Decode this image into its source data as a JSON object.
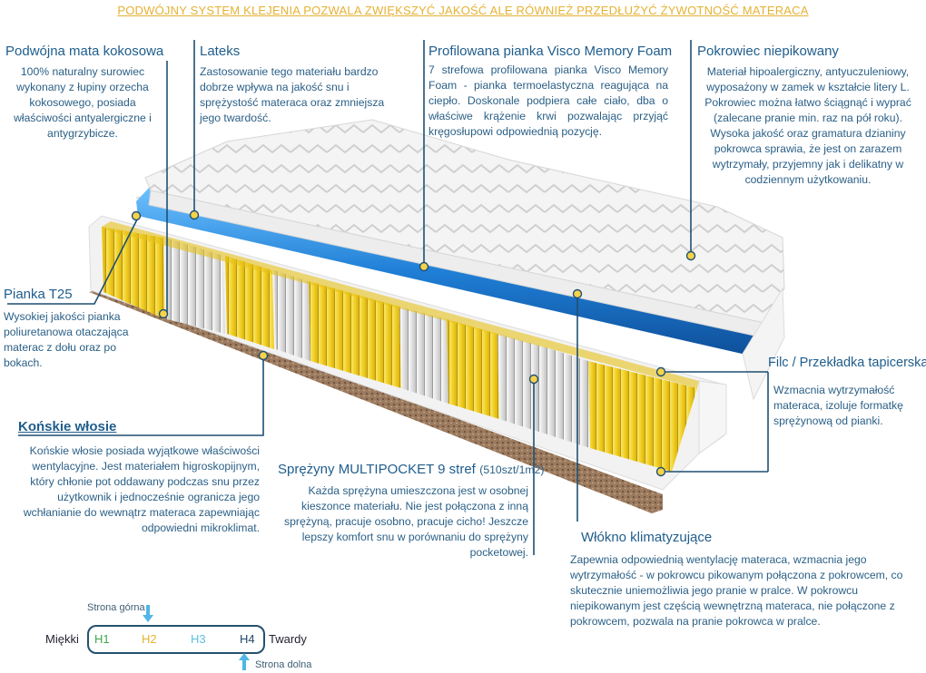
{
  "headline": "Podwójny system klejenia pozwala zwiększyć jakość ale również przedłużyć żywotność materaca",
  "sections": {
    "kokos": {
      "title": "Podwójna mata kokosowa",
      "text": "100% naturalny surowiec wykonany z łupiny orzecha kokosowego, posiada właściwości antyalergiczne i antygrzybicze."
    },
    "lateks": {
      "title": "Lateks",
      "text": "Zastosowanie tego materiału bardzo dobrze wpływa na jakość snu i sprężystość materaca oraz zmniejsza jego twardość."
    },
    "visco": {
      "title": "Profilowana pianka Visco Memory Foam",
      "text": "7 strefowa profilowana pianka Visco Memory Foam - pianka termoelastyczna reagująca na ciepło. Doskonale podpiera całe ciało, dba o właściwe krążenie krwi pozwalając przyjąć kręgosłupowi odpowiednią pozycję."
    },
    "pokrowiec": {
      "title": "Pokrowiec niepikowany",
      "text": "Materiał hipoalergiczny, antyuczuleniowy, wyposażony w zamek w kształcie litery L. Pokrowiec można łatwo ściągnąć i wyprać (zalecane pranie min. raz na pół roku). Wysoka jakość oraz gramatura dzianiny pokrowca sprawia, że jest on zarazem wytrzymały, przyjemny jak i delikatny w codziennym użytkowaniu."
    },
    "pianka": {
      "title": "Pianka T25",
      "text": "Wysokiej jakości pianka poliuretanowa otaczająca materac z dołu oraz po bokach."
    },
    "wlosie": {
      "title": "Końskie włosie",
      "text": "Końskie włosie posiada wyjątkowe właściwości wentylacyjne. Jest materiałem higroskopijnym, który chłonie pot oddawany podczas snu przez użytkownik i jednocześnie ogranicza jego wchłanianie do wewnątrz materaca zapewniając odpowiedni mikroklimat."
    },
    "sprezyny": {
      "title": "Sprężyny MULTIPOCKET 9 stref",
      "title_suffix": "(510szt/1m2)",
      "text": "Każda sprężyna umieszczona jest w osobnej kieszonce materiału. Nie jest połączona z inną sprężyną, pracuje osobno, pracuje cicho! Jeszcze lepszy komfort snu w porównaniu do sprężyny pocketowej."
    },
    "filc": {
      "title": "Filc / Przekładka tapicerska",
      "text": "Wzmacnia wytrzymałość materaca, izoluje formatkę sprężynową od pianki."
    },
    "wlokno": {
      "title": "Włókno klimatyzujące",
      "text": "Zapewnia odpowiednią wentylację materaca, wzmacnia jego wytrzymałość - w pokrowcu pikowanym połączona z pokrowcem, co skutecznie uniemożliwia jego pranie w pralce. W pokrowcu niepikowanym jest częścią wewnętrzną materaca, nie połączone z pokrowcem, pozwala na pranie pokrowca w pralce."
    }
  },
  "scale": {
    "top_label": "Strona górna",
    "bottom_label": "Strona dolna",
    "left_label": "Miękki",
    "right_label": "Twardy",
    "levels": [
      "H1",
      "H2",
      "H3",
      "H4"
    ]
  },
  "colors": {
    "headline": "#e5b233",
    "text": "#2a5f86",
    "leader": "#1f4f72",
    "spring_yellow": "#f2d329",
    "spring_white": "#e8e8e8",
    "visco_blue": "#1f7fd6",
    "coconut": "#8b6a4f"
  }
}
